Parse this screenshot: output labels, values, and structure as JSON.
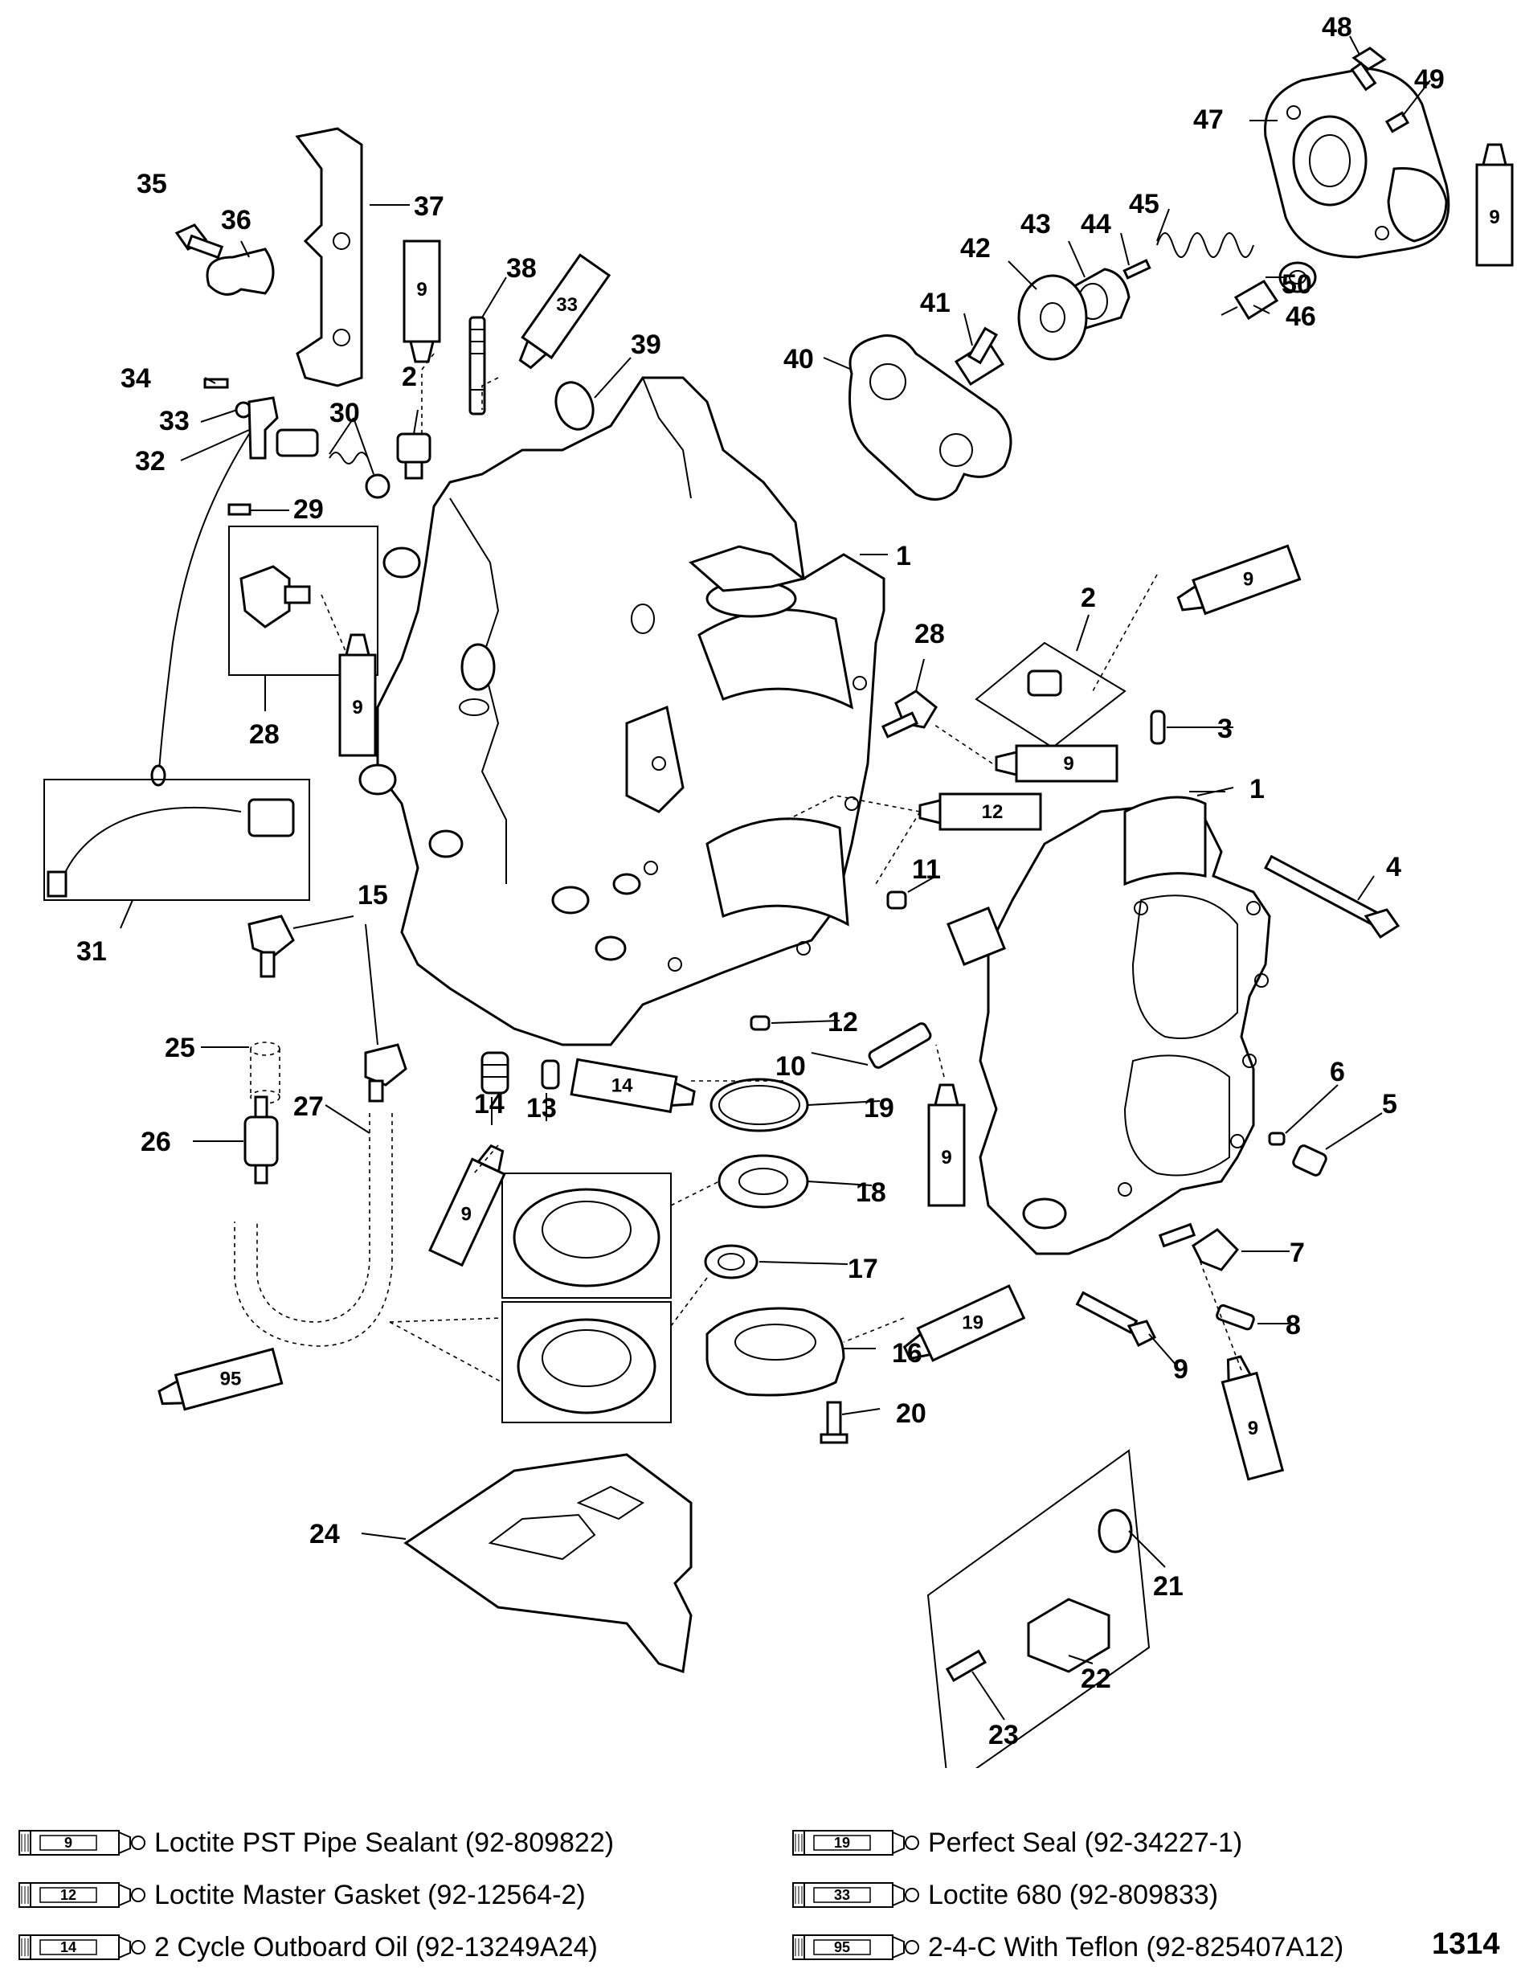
{
  "diagram": {
    "callouts": {
      "c1a": "1",
      "c1b": "1",
      "c2a": "2",
      "c2b": "2",
      "c3": "3",
      "c4": "4",
      "c5": "5",
      "c6": "6",
      "c7": "7",
      "c8": "8",
      "c9": "9",
      "c10": "10",
      "c11": "11",
      "c12": "12",
      "c13": "13",
      "c14": "14",
      "c15": "15",
      "c16": "16",
      "c17": "17",
      "c18": "18",
      "c19": "19",
      "c20": "20",
      "c21": "21",
      "c22": "22",
      "c23": "23",
      "c24": "24",
      "c25": "25",
      "c26": "26",
      "c27": "27",
      "c28a": "28",
      "c28b": "28",
      "c29": "29",
      "c30": "30",
      "c31": "31",
      "c32": "32",
      "c33": "33",
      "c34": "34",
      "c35": "35",
      "c36": "36",
      "c37": "37",
      "c38": "38",
      "c39": "39",
      "c40": "40",
      "c41": "41",
      "c42": "42",
      "c43": "43",
      "c44": "44",
      "c45": "45",
      "c46": "46",
      "c47": "47",
      "c48": "48",
      "c49": "49",
      "c50": "50"
    },
    "tubes": {
      "t9a": "9",
      "t9b": "9",
      "t9c": "9",
      "t9d": "9",
      "t9e": "9",
      "t9f": "9",
      "t9g": "9",
      "t9h": "9",
      "t12": "12",
      "t14": "14",
      "t19": "19",
      "t33": "33",
      "t95": "95"
    }
  },
  "legend": [
    {
      "code": "9",
      "text": "Loctite PST Pipe Sealant (92-809822)"
    },
    {
      "code": "12",
      "text": "Loctite Master Gasket (92-12564-2)"
    },
    {
      "code": "14",
      "text": "2 Cycle Outboard Oil (92-13249A24)"
    },
    {
      "code": "19",
      "text": "Perfect Seal (92-34227-1)"
    },
    {
      "code": "33",
      "text": "Loctite 680 (92-809833)"
    },
    {
      "code": "95",
      "text": "2-4-C With Teflon (92-825407A12)"
    }
  ],
  "figure_number": "1314"
}
